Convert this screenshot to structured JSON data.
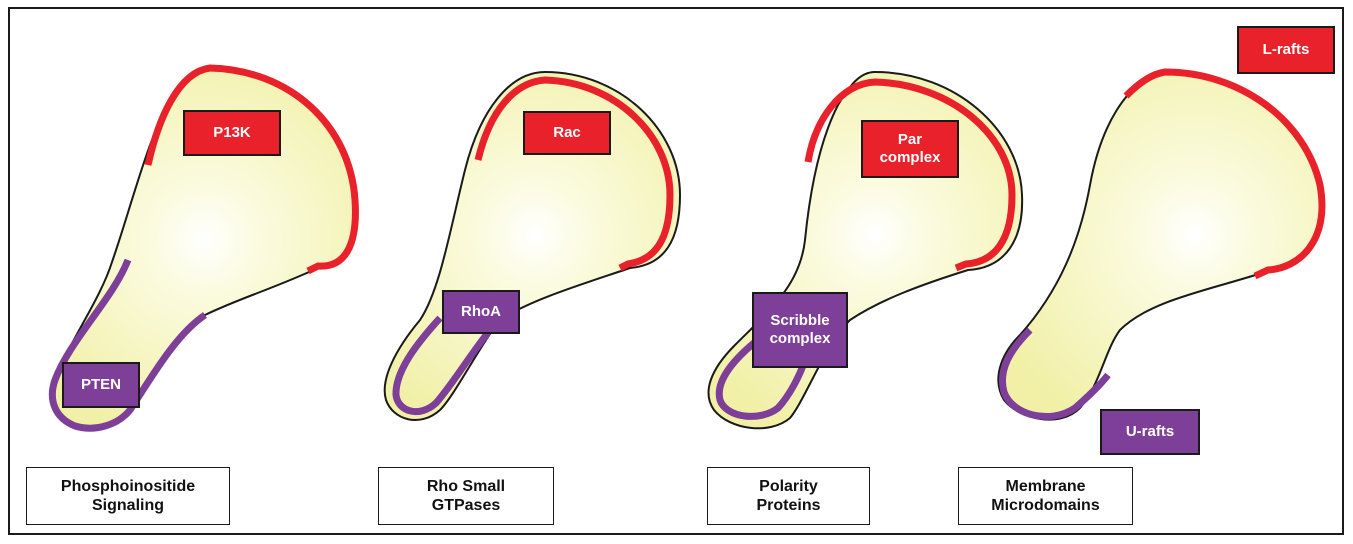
{
  "colors": {
    "membrane_outline": "#1a1a1a",
    "cell_fill_center": "#ffffff",
    "cell_fill_edge": "#f1f0a6",
    "front_marker": "#e8212b",
    "rear_marker": "#7d3f98"
  },
  "panels": [
    {
      "front_label": "P13K",
      "rear_label": "PTEN",
      "caption": "Phosphoinositide\nSignaling"
    },
    {
      "front_label": "Rac",
      "rear_label": "RhoA",
      "caption": "Rho Small\nGTPases"
    },
    {
      "front_label": "Par\ncomplex",
      "rear_label": "Scribble\ncomplex",
      "caption": "Polarity\nProteins"
    },
    {
      "front_label": "L-rafts",
      "rear_label": "U-rafts",
      "caption": "Membrane\nMicrodomains"
    }
  ]
}
